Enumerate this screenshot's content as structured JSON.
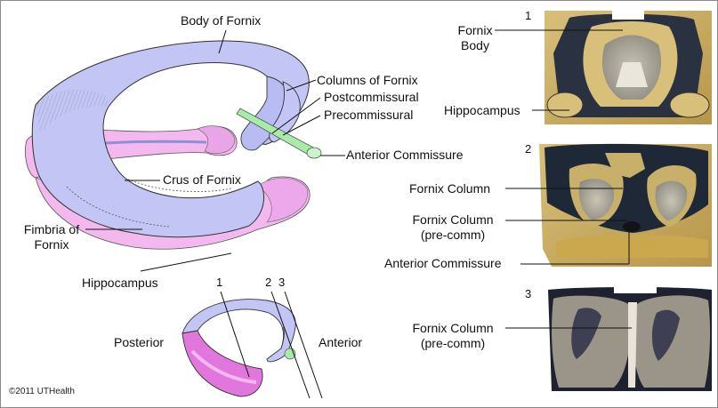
{
  "labels": {
    "body_of_fornix": "Body of Fornix",
    "columns_of_fornix": "Columns of Fornix",
    "postcommissural": "Postcommissural",
    "precommissural": "Precommissural",
    "anterior_commissure": "Anterior Commissure",
    "crus_of_fornix": "Crus of Fornix",
    "fimbria_line1": "Fimbria of",
    "fimbria_line2": "Fornix",
    "hippocampus": "Hippocampus",
    "posterior": "Posterior",
    "anterior": "Anterior",
    "copyright": "©2011 UTHealth"
  },
  "diagram_numbers": [
    "1",
    "2",
    "3"
  ],
  "sections": [
    {
      "number": "1",
      "labels": {
        "fornix_line1": "Fornix",
        "fornix_line2": "Body",
        "hippocampus": "Hippocampus"
      }
    },
    {
      "number": "2",
      "labels": {
        "fornix_column": "Fornix Column",
        "fornix_column_precomm_line1": "Fornix Column",
        "fornix_column_precomm_line2": "(pre-comm)",
        "anterior_commissure": "Anterior Commissure"
      }
    },
    {
      "number": "3",
      "labels": {
        "fornix_column_precomm_line1": "Fornix Column",
        "fornix_column_precomm_line2": "(pre-comm)"
      }
    }
  ],
  "colors": {
    "fornix": "#c3c5f5",
    "fornix_dark": "#a5a8e6",
    "hippocampus": "#f3b8ee",
    "hippocampus_dark": "#e176dd",
    "commissure": "#a8eaa8",
    "section_tan": "#c9b06a",
    "section_dark": "#1c2430"
  }
}
